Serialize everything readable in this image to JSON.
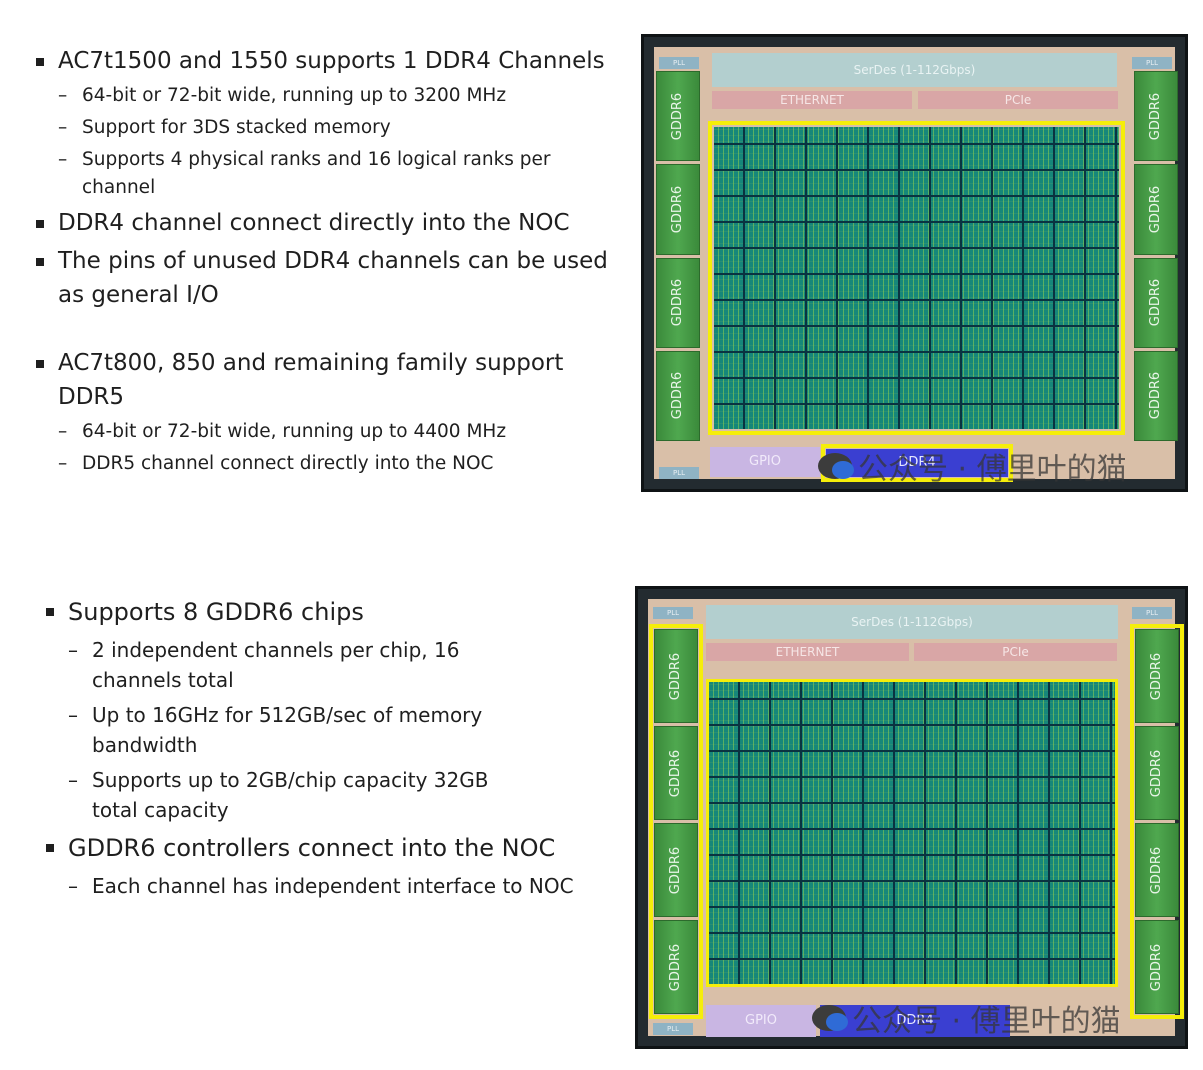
{
  "top": {
    "bullets": [
      {
        "text": "AC7t1500 and 1550 supports 1 DDR4 Channels",
        "subs": [
          "64-bit or 72-bit wide, running up to 3200 MHz",
          "Support for 3DS stacked memory",
          "Supports 4 physical ranks and 16 logical ranks per channel"
        ]
      },
      {
        "text": "DDR4 channel connect directly into the NOC",
        "subs": []
      },
      {
        "text": "The pins of unused DDR4 channels can be used as general I/O",
        "subs": []
      },
      {
        "text": "AC7t800, 850 and remaining family support DDR5",
        "subs": [
          "64-bit or 72-bit wide, running up to 4400 MHz",
          "DDR5 channel connect directly into the NOC"
        ]
      }
    ]
  },
  "bottom": {
    "bullets": [
      {
        "text": "Supports 8 GDDR6 chips",
        "subs": [
          "2 independent channels per chip, 16 channels total",
          "Up to 16GHz for 512GB/sec of memory bandwidth",
          "Supports up to 2GB/chip capacity 32GB total capacity"
        ]
      },
      {
        "text": "GDDR6 controllers connect into the NOC",
        "subs": [
          "Each channel has independent interface to NOC"
        ]
      }
    ]
  },
  "die": {
    "pll": "PLL",
    "serdes": "SerDes (1-112Gbps)",
    "ethernet": "ETHERNET",
    "pcie": "PCIe",
    "gddr": "GDDR6",
    "gpio": "GPIO",
    "ddr4": "DDR4",
    "highlight_color": "#f5ee0a",
    "core_color": "#16877a"
  },
  "watermark": "公众号 · 傅里叶的猫"
}
